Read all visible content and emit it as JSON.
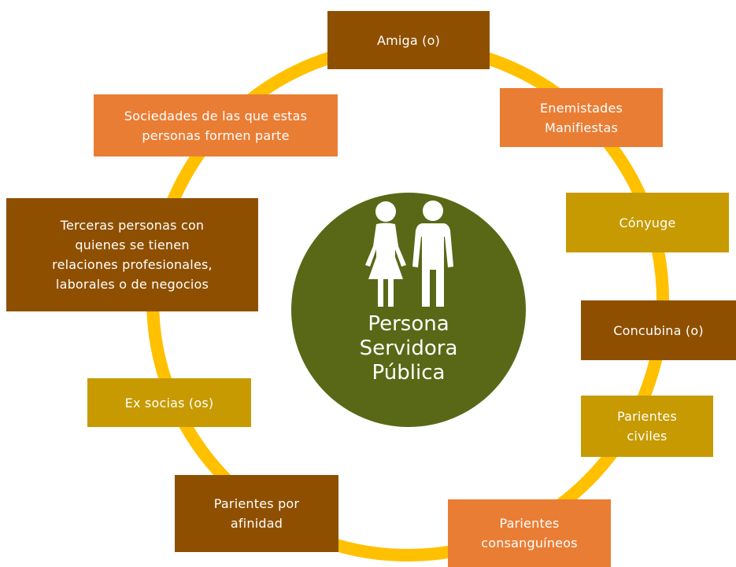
{
  "colors": {
    "ring": "#FFC000",
    "center": "#596816",
    "brown": "#8E5000",
    "orange": "#EA7D34",
    "gold": "#C69A00"
  },
  "center": {
    "icon": "couple-icon",
    "lines": [
      "Persona",
      "Servidora",
      "Pública"
    ]
  },
  "nodes": {
    "amiga": "Amiga (o)",
    "enemistades": [
      "Enemistades",
      "Manifiestas"
    ],
    "conyuge": "Cónyuge",
    "concubina": "Concubina (o)",
    "parientes_civiles": [
      "Parientes",
      "civiles"
    ],
    "parientes_consanguineos": [
      "Parientes",
      "consanguíneos"
    ],
    "parientes_afinidad": [
      "Parientes por",
      "afinidad"
    ],
    "ex_socias": "Ex socias (os)",
    "terceras": [
      "Terceras personas con",
      "quienes se tienen",
      "relaciones profesionales,",
      "laborales o de  negocios"
    ],
    "sociedades": [
      "Sociedades de las que estas",
      "personas formen parte"
    ]
  }
}
